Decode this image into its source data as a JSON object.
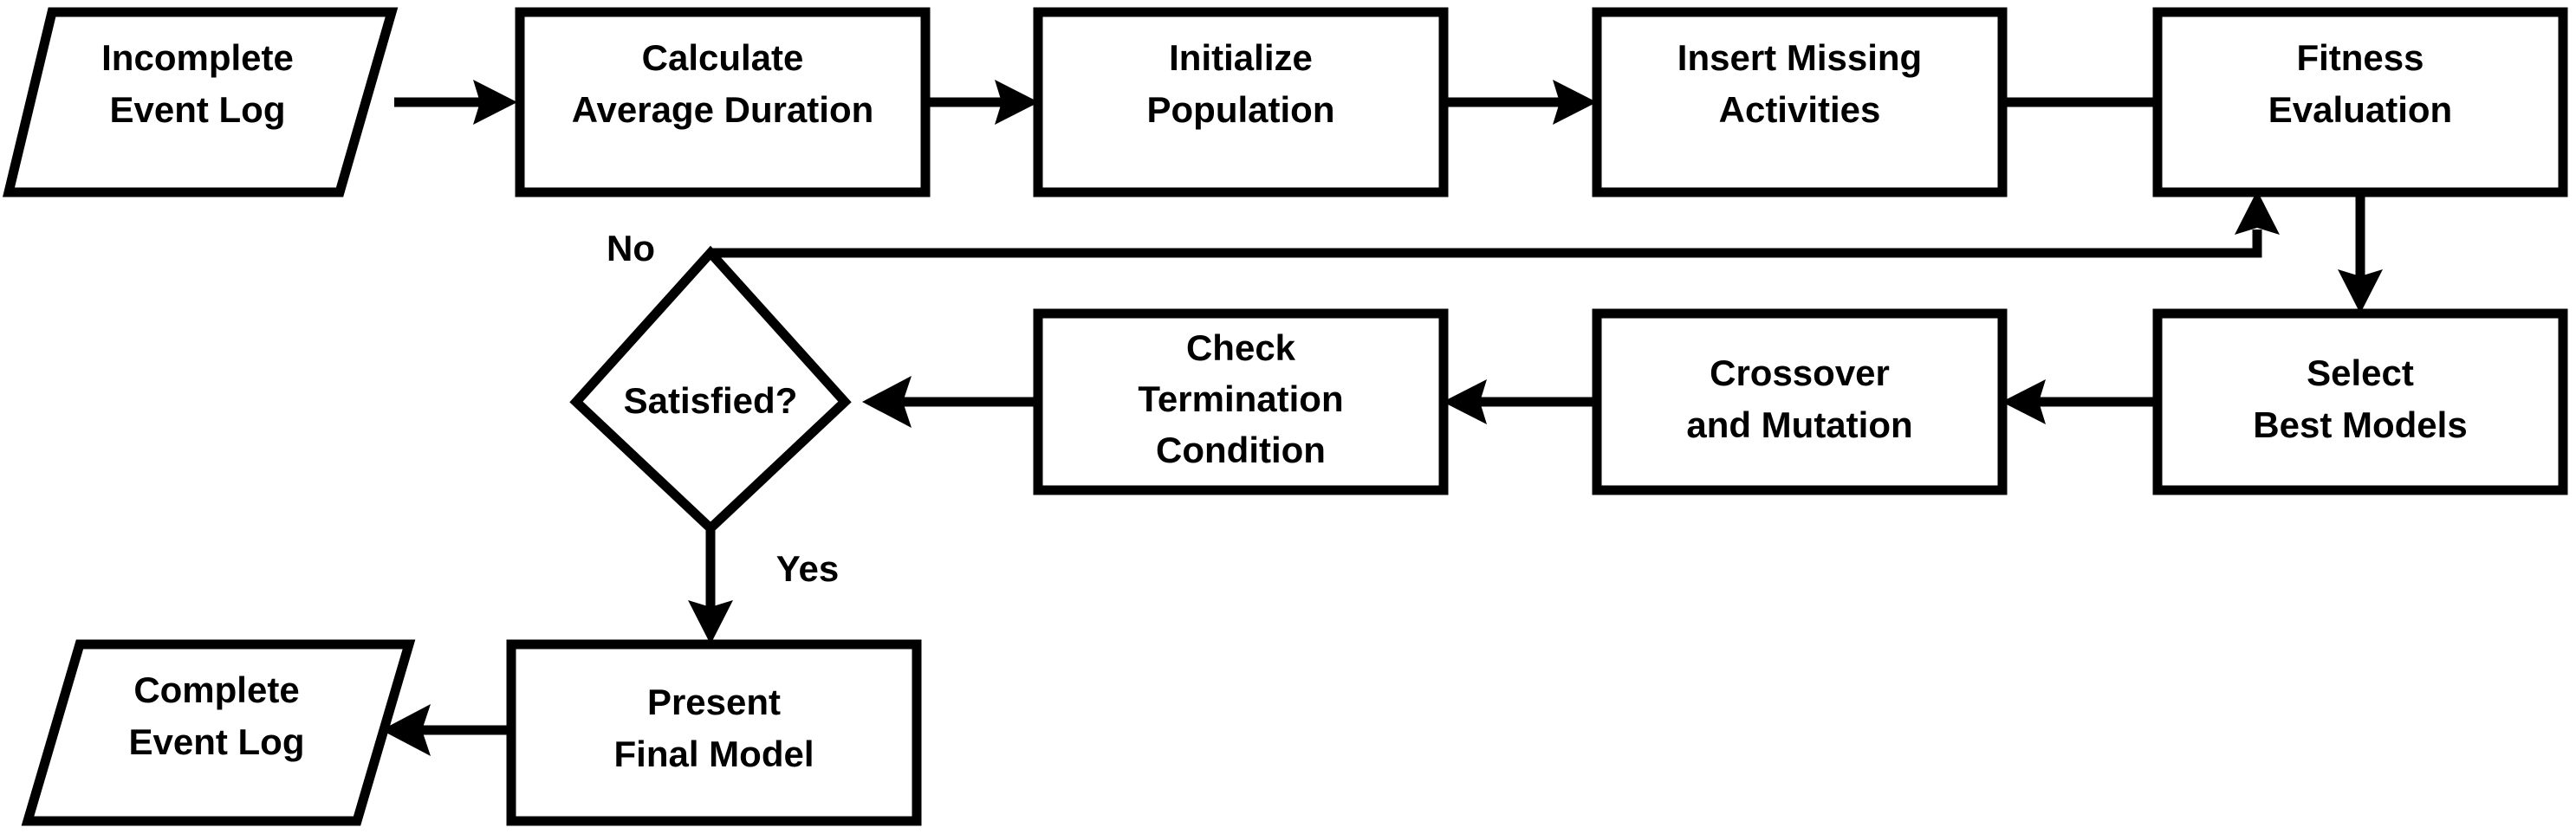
{
  "diagram": {
    "type": "flowchart",
    "title": "Genetic algorithm event log completion flowchart",
    "background_color": "#ffffff",
    "stroke_color": "#000000",
    "fill_color": "#ffffff",
    "nodes": [
      {
        "id": "incomplete-event-log",
        "shape": "parallelogram",
        "lines": [
          "Incomplete",
          "Event Log"
        ],
        "line1": "Incomplete",
        "line2": "Event Log"
      },
      {
        "id": "calculate-average-duration",
        "shape": "rectangle",
        "lines": [
          "Calculate",
          "Average Duration"
        ],
        "line1": "Calculate",
        "line2": "Average Duration"
      },
      {
        "id": "initialize-population",
        "shape": "rectangle",
        "lines": [
          "Initialize",
          "Population"
        ],
        "line1": "Initialize",
        "line2": "Population"
      },
      {
        "id": "insert-missing-activities",
        "shape": "rectangle",
        "lines": [
          "Insert Missing",
          "Activities"
        ],
        "line1": "Insert Missing",
        "line2": "Activities"
      },
      {
        "id": "fitness-evaluation",
        "shape": "rectangle",
        "lines": [
          "Fitness",
          "Evaluation"
        ],
        "line1": "Fitness",
        "line2": "Evaluation"
      },
      {
        "id": "select-best-models",
        "shape": "rectangle",
        "lines": [
          "Select",
          "Best Models"
        ],
        "line1": "Select",
        "line2": "Best Models"
      },
      {
        "id": "crossover-and-mutation",
        "shape": "rectangle",
        "lines": [
          "Crossover",
          "and Mutation"
        ],
        "line1": "Crossover",
        "line2": "and Mutation"
      },
      {
        "id": "check-termination-condition",
        "shape": "rectangle",
        "lines": [
          "Check",
          "Termination",
          "Condition"
        ],
        "line1": "Check",
        "line2": "Termination",
        "line3": "Condition"
      },
      {
        "id": "satisfied-decision",
        "shape": "diamond",
        "lines": [
          "Satisfied?"
        ],
        "line1": "Satisfied?"
      },
      {
        "id": "present-final-model",
        "shape": "rectangle",
        "lines": [
          "Present",
          "Final Model"
        ],
        "line1": "Present",
        "line2": "Final Model"
      },
      {
        "id": "complete-event-log",
        "shape": "parallelogram",
        "lines": [
          "Complete",
          "Event Log"
        ],
        "line1": "Complete",
        "line2": "Event Log"
      }
    ],
    "edge_labels": {
      "no": "No",
      "yes": "Yes"
    },
    "edges": [
      {
        "from": "incomplete-event-log",
        "to": "calculate-average-duration",
        "label": ""
      },
      {
        "from": "calculate-average-duration",
        "to": "initialize-population",
        "label": ""
      },
      {
        "from": "initialize-population",
        "to": "insert-missing-activities",
        "label": ""
      },
      {
        "from": "insert-missing-activities",
        "to": "fitness-evaluation",
        "label": ""
      },
      {
        "from": "fitness-evaluation",
        "to": "select-best-models",
        "label": ""
      },
      {
        "from": "select-best-models",
        "to": "crossover-and-mutation",
        "label": ""
      },
      {
        "from": "crossover-and-mutation",
        "to": "check-termination-condition",
        "label": ""
      },
      {
        "from": "check-termination-condition",
        "to": "satisfied-decision",
        "label": ""
      },
      {
        "from": "satisfied-decision",
        "to": "fitness-evaluation",
        "label": "No"
      },
      {
        "from": "satisfied-decision",
        "to": "present-final-model",
        "label": "Yes"
      },
      {
        "from": "present-final-model",
        "to": "complete-event-log",
        "label": ""
      }
    ]
  }
}
